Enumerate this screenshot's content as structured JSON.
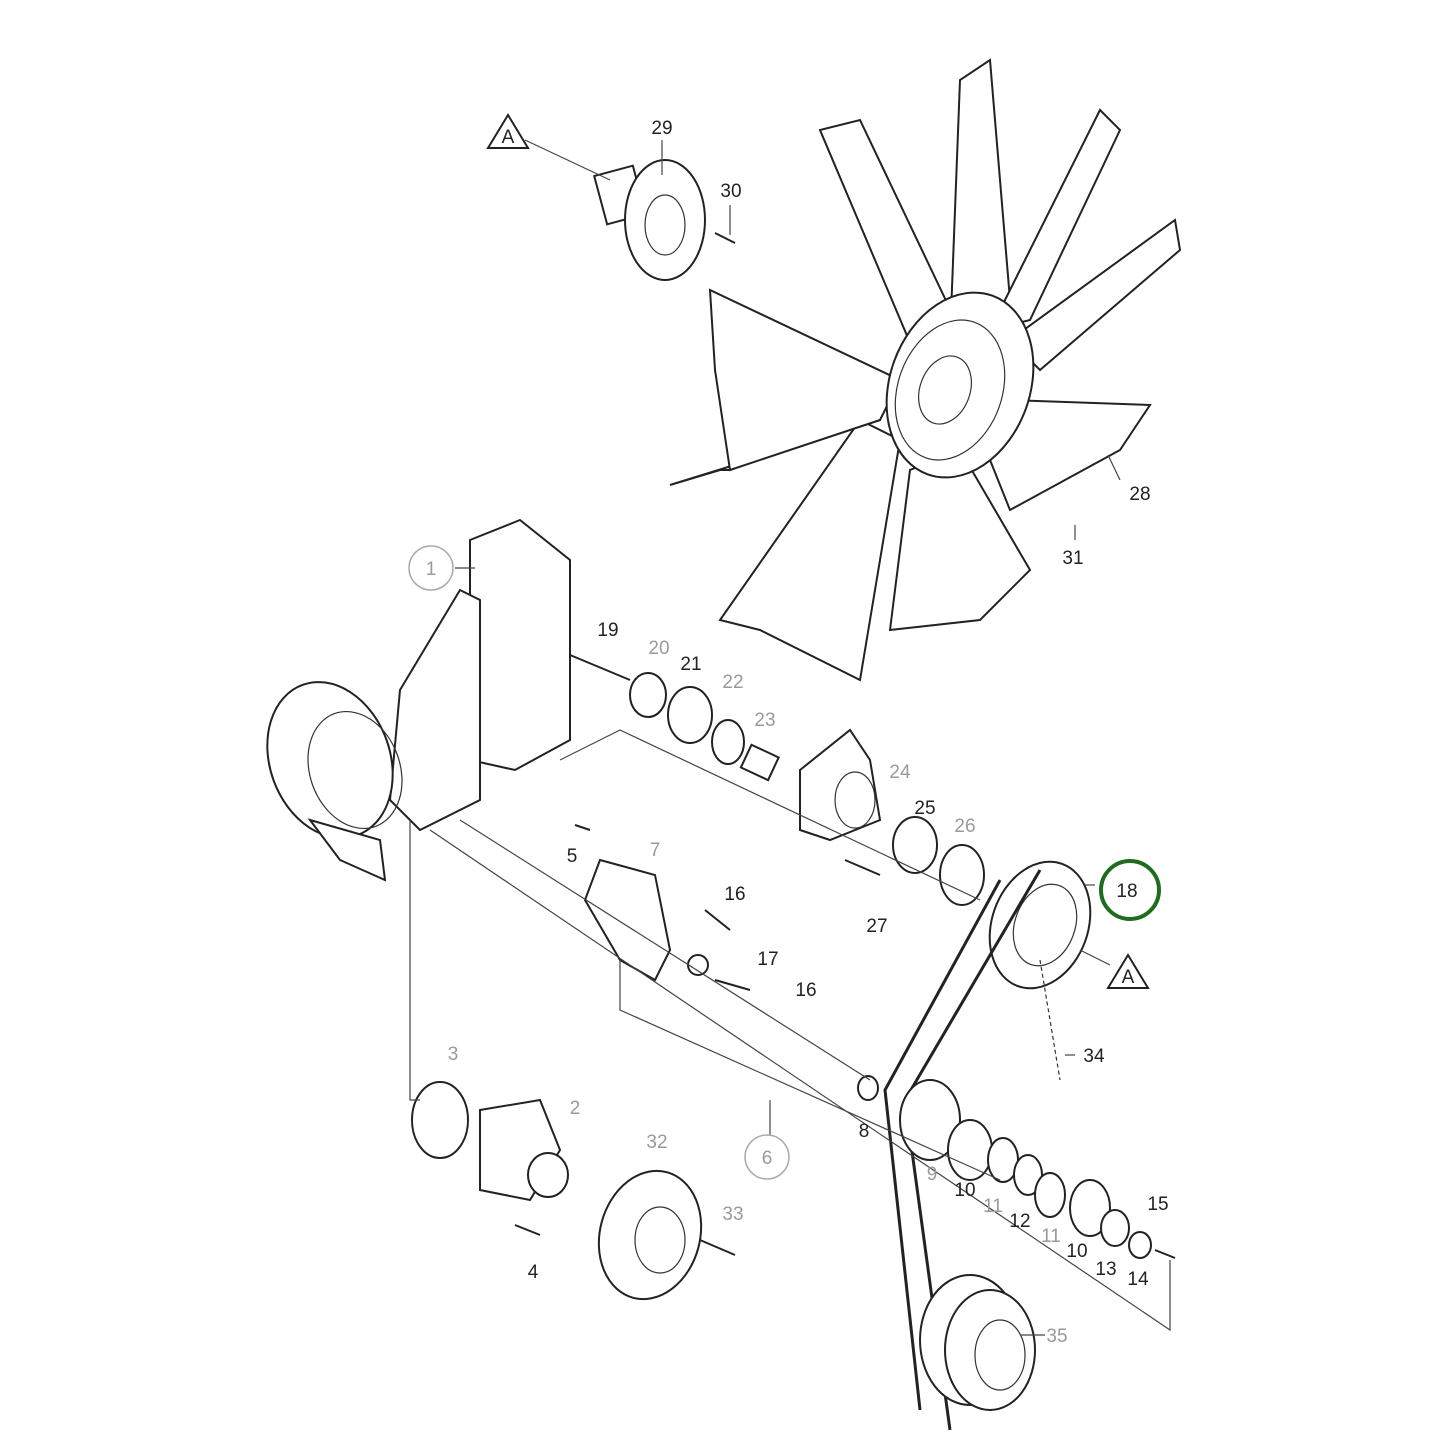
{
  "diagram": {
    "highlight_color": "#1f6b1f",
    "reference_marker": "A",
    "callouts": {
      "c1": "1",
      "c2": "2",
      "c3": "3",
      "c4": "4",
      "c5": "5",
      "c6": "6",
      "c7": "7",
      "c8": "8",
      "c9": "9",
      "c10a": "10",
      "c10b": "10",
      "c11a": "11",
      "c11b": "11",
      "c12": "12",
      "c13": "13",
      "c14": "14",
      "c15": "15",
      "c16a": "16",
      "c16b": "16",
      "c17": "17",
      "c18": "18",
      "c19": "19",
      "c20": "20",
      "c21": "21",
      "c22": "22",
      "c23": "23",
      "c24": "24",
      "c25": "25",
      "c26": "26",
      "c27": "27",
      "c28": "28",
      "c29": "29",
      "c30": "30",
      "c31": "31",
      "c32": "32",
      "c33": "33",
      "c34": "34",
      "c35": "35"
    }
  }
}
